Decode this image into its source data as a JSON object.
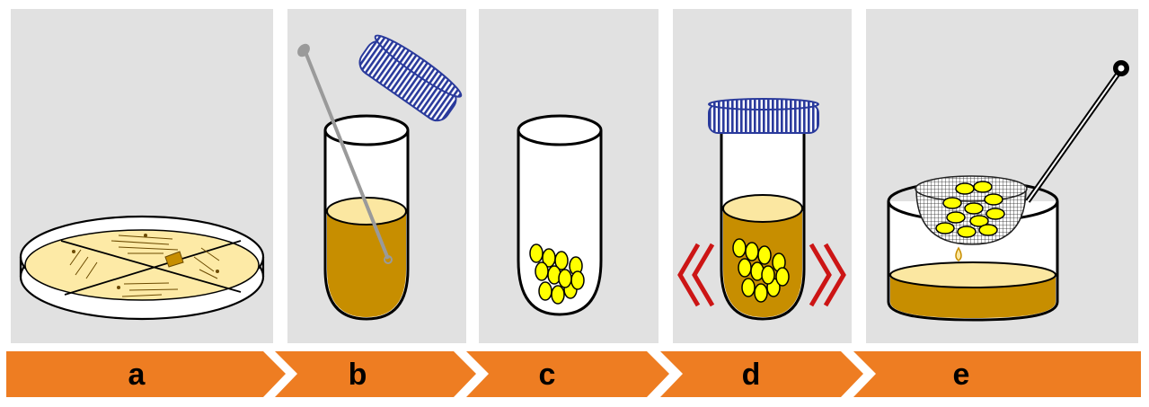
{
  "steps": [
    {
      "label": "a"
    },
    {
      "label": "b"
    },
    {
      "label": "c"
    },
    {
      "label": "d"
    },
    {
      "label": "e"
    }
  ],
  "colors": {
    "panel_bg": "#e1e1e1",
    "arrow": "#ee7d22",
    "broth": "#c78e00",
    "broth_top": "#fbe7a1",
    "agar": "#fdeaa6",
    "bead": "#ffff00",
    "cap": "#2a3a9c",
    "shake": "#cc1515"
  },
  "icons": [
    "petri-dish-icon",
    "inoculation-loop-icon",
    "tube-cap-icon",
    "test-tube-icon",
    "beads-icon",
    "shake-arrows-icon",
    "strainer-icon",
    "beaker-icon"
  ]
}
